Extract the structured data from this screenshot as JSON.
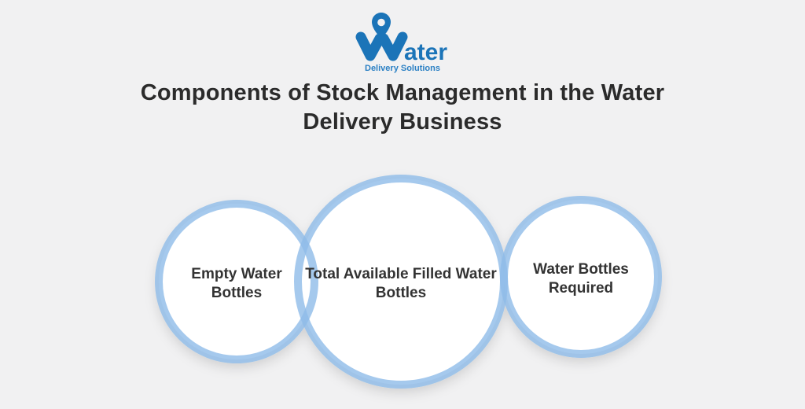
{
  "page": {
    "background_color": "#f1f1f2"
  },
  "logo": {
    "pin_icon": "location-pin",
    "word_graphic_letter": "W",
    "word_rest": "ater",
    "tagline": "Delivery Solutions",
    "brand_blue": "#1b74b8",
    "tagline_color": "#2b80c4"
  },
  "title": {
    "line1": "Components of Stock Management in the Water",
    "line2": "Delivery Business",
    "text_color": "#2b2b2b"
  },
  "diagram": {
    "type": "overlapping-circles",
    "border_color": "#8fbce9",
    "fill_color": "#ffffff",
    "nodes": [
      {
        "label": "Empty Water Bottles"
      },
      {
        "label": "Total Available Filled Water Bottles"
      },
      {
        "label": "Water Bottles Required"
      }
    ]
  }
}
